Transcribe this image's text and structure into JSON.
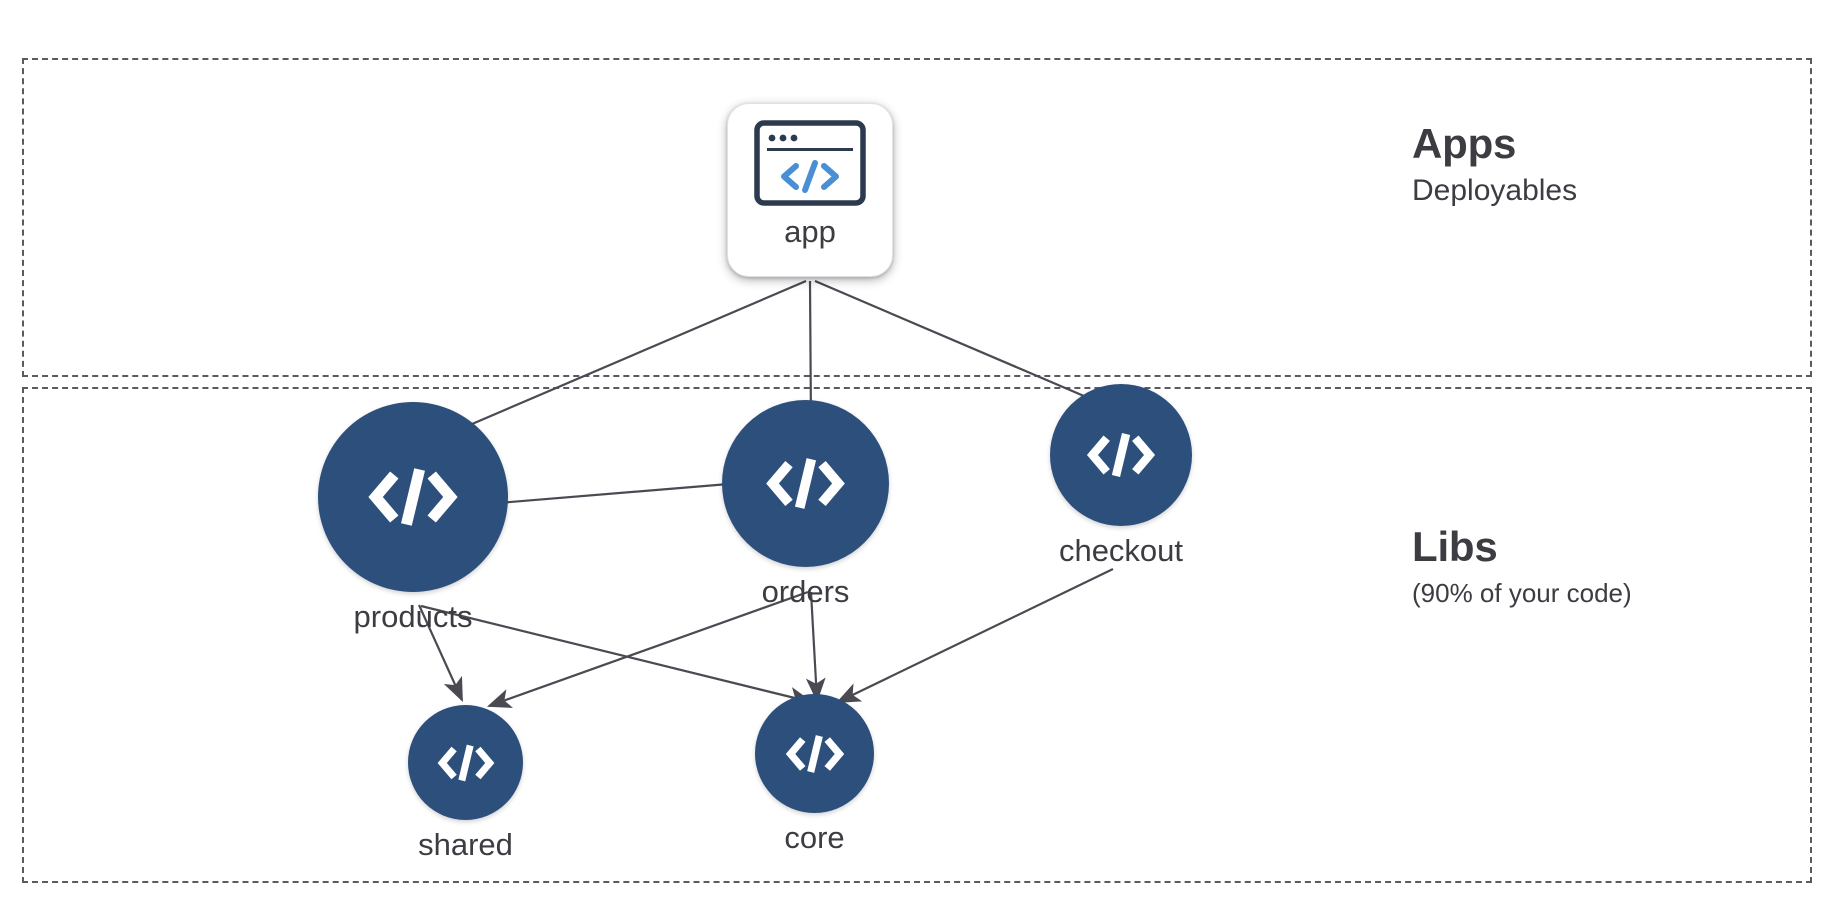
{
  "diagram": {
    "title": "Apps and Libs dependency graph",
    "background": "#ffffff",
    "node_fill": "#2d4f7c",
    "label_color": "#3c3c42",
    "edge_color": "#4a4a52",
    "zone_border_color": "#5a5a63",
    "app_icon_accent": "#4a8fd4",
    "app_icon_outline": "#2b3a4f"
  },
  "zones": [
    {
      "id": "apps",
      "title": "Apps",
      "subtitle": "Deployables"
    },
    {
      "id": "libs",
      "title": "Libs",
      "subtitle": "(90% of your code)"
    }
  ],
  "nodes": {
    "app": {
      "label": "app",
      "type": "application",
      "zone": "apps"
    },
    "products": {
      "label": "products",
      "type": "library",
      "zone": "libs"
    },
    "orders": {
      "label": "orders",
      "type": "library",
      "zone": "libs"
    },
    "checkout": {
      "label": "checkout",
      "type": "library",
      "zone": "libs"
    },
    "shared": {
      "label": "shared",
      "type": "library",
      "zone": "libs"
    },
    "core": {
      "label": "core",
      "type": "library",
      "zone": "libs"
    }
  },
  "edges": [
    {
      "from": "app",
      "to": "products"
    },
    {
      "from": "app",
      "to": "orders"
    },
    {
      "from": "app",
      "to": "checkout"
    },
    {
      "from": "orders",
      "to": "products"
    },
    {
      "from": "products",
      "to": "shared"
    },
    {
      "from": "products",
      "to": "core"
    },
    {
      "from": "orders",
      "to": "shared"
    },
    {
      "from": "orders",
      "to": "core"
    },
    {
      "from": "checkout",
      "to": "core"
    }
  ]
}
